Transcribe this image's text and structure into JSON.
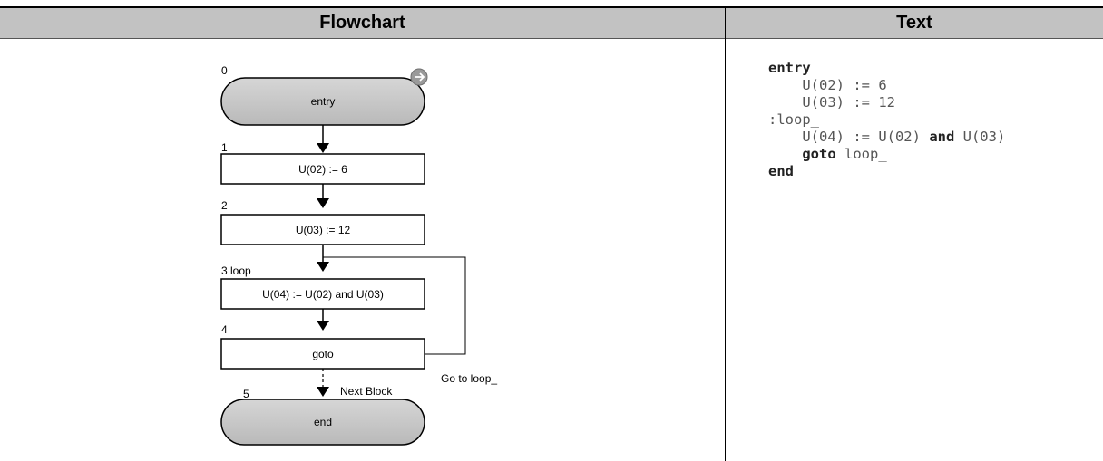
{
  "table": {
    "headers": {
      "flowchart": "Flowchart",
      "text": "Text"
    }
  },
  "flowchart": {
    "nodes": [
      {
        "number": "0",
        "label": "entry",
        "shape": "terminal"
      },
      {
        "number": "1",
        "label": "U(02) := 6",
        "shape": "process"
      },
      {
        "number": "2",
        "label": "U(03) := 12",
        "shape": "process"
      },
      {
        "number": "3 loop",
        "label": "U(04) := U(02) and U(03)",
        "shape": "process"
      },
      {
        "number": "4",
        "label": "goto",
        "shape": "process"
      },
      {
        "number": "5",
        "label": "end",
        "shape": "terminal"
      }
    ],
    "goto_label": "Go to loop_",
    "next_block_label": "Next Block",
    "entry_badge_icon": "arrow-right-circle-icon"
  },
  "code": {
    "line1_kw": "entry",
    "line2": "    U(02) := 6",
    "line3": "    U(03) := 12",
    "line4": ":loop_",
    "line5_a": "    U(04) := U(02) ",
    "line5_kw": "and",
    "line5_b": " U(03)",
    "line6_kw": "    goto",
    "line6_b": " loop_",
    "line7_kw": "end"
  }
}
